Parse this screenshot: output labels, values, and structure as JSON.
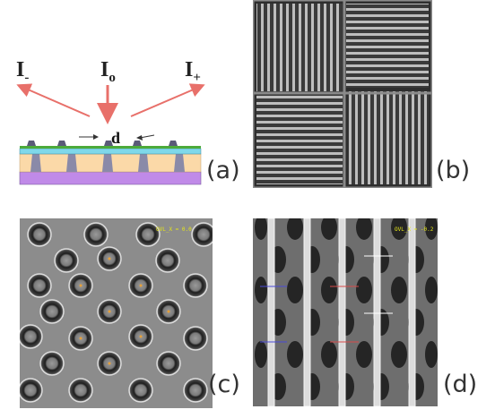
{
  "panels": {
    "a": {
      "label": "(a)",
      "beams": {
        "minus": {
          "base": "I",
          "sub": "-"
        },
        "zero": {
          "base": "I",
          "sub": "o"
        },
        "plus": {
          "base": "I",
          "sub": "+"
        }
      },
      "pitch": "d",
      "colors": {
        "arrow": "#e8706a",
        "green": "#4caa3a",
        "cyan": "#7fd8ea",
        "tan": "#fbd9a8",
        "trap": "#8a8aa8",
        "violet": "#c08ae8",
        "bump": "#5a5a78"
      }
    },
    "b": {
      "label": "(b)"
    },
    "c": {
      "label": "(c)",
      "overlay": "OVL_X = 0.0"
    },
    "d": {
      "label": "(d)",
      "overlay": "OVL_X = -0.2"
    }
  }
}
